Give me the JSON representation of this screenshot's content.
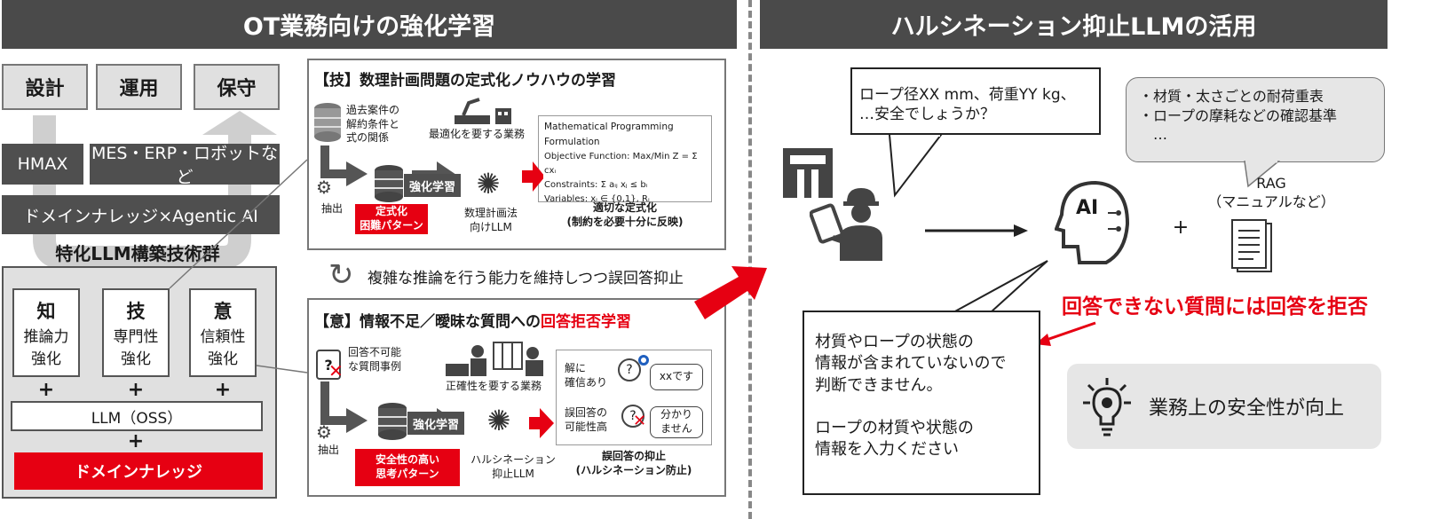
{
  "left_header": "OT業務向けの強化学習",
  "right_header": "ハルシネーション抑止LLMの活用",
  "business_boxes": [
    "設計",
    "運用",
    "保守"
  ],
  "systems": {
    "hmax": "HMAX",
    "mes": "MES・ERP・ロボットなど"
  },
  "agentic": "ドメインナレッジ×Agentic AI",
  "llm_group_title": "特化LLM構築技術群",
  "tiles": [
    {
      "head": "知",
      "l1": "推論力",
      "l2": "強化"
    },
    {
      "head": "技",
      "l1": "専門性",
      "l2": "強化"
    },
    {
      "head": "意",
      "l1": "信頼性",
      "l2": "強化"
    }
  ],
  "plus": "+",
  "llm_oss": "LLM（OSS）",
  "domain_knowledge": "ドメインナレッジ",
  "panel1": {
    "title": "【技】数理計画問題の定式化ノウハウの学習",
    "db_caption": "過去案件の\n解約条件と\n式の関係",
    "task_caption": "最適化を要する業務",
    "extract": "抽出",
    "pattern": "定式化\n困難パターン",
    "train": "強化学習",
    "model": "数理計画法\n向けLLM",
    "formula_title": "Mathematical Programming Formulation",
    "formula_obj": "Objective Function: Max/Min Z = Σ cxᵢ",
    "formula_con": "Constraints:  Σ aᵢⱼ xⱼ ≤ bᵢ",
    "formula_var": "Variables: xᵢ ∈ {0,1}, Rᵢ",
    "result": "適切な定式化\n(制約を必要十分に反映)"
  },
  "middle_note": "複雑な推論を行う能力を維持しつつ誤回答抑止",
  "panel2": {
    "title_pre": "【意】情報不足／曖昧な質問への",
    "title_red": "回答拒否学習",
    "db_caption": "回答不可能\nな質問事例",
    "task_caption": "正確性を要する業務",
    "extract": "抽出",
    "pattern": "安全性の高い\n思考パターン",
    "train": "強化学習",
    "model": "ハルシネーション\n抑止LLM",
    "case1_label": "解に\n確信あり",
    "case1_ans": "xxです",
    "case2_label": "誤回答の\n可能性高",
    "case2_ans": "分かり\nません",
    "result": "誤回答の抑止\n(ハルシネーション防止)"
  },
  "question": "ロープ径XX mm、荷重YY kg、\n…安全でしょうか？",
  "rag_bubble": "・材質・太さごとの耐荷重表\n・ロープの摩耗などの確認基準\n　…",
  "rag_label": "RAG\n（マニュアルなど）",
  "ai_label": "AI",
  "refuse_headline": "回答できない質問には回答を拒否",
  "answer": "材質やロープの状態の\n情報が含まれていないので\n判断できません。\n\nロープの材質や状態の\n情報を入力ください",
  "safety": "業務上の安全性が向上",
  "colors": {
    "accent_red": "#e60012",
    "header_gray": "#4a4a4a",
    "light_gray": "#e0e0e0"
  }
}
